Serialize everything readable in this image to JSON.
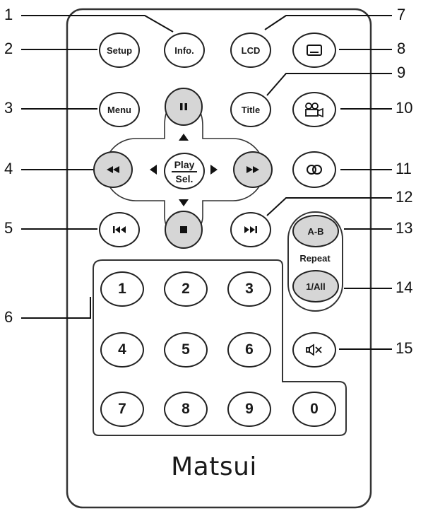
{
  "callouts": [
    "1",
    "2",
    "3",
    "4",
    "5",
    "6",
    "7",
    "8",
    "9",
    "10",
    "11",
    "12",
    "13",
    "14",
    "15"
  ],
  "buttons": {
    "setup": "Setup",
    "info": "Info.",
    "lcd": "LCD",
    "menu": "Menu",
    "title": "Title",
    "play_top": "Play",
    "play_bottom": "Sel.",
    "ab": "A-B",
    "repeat_label": "Repeat",
    "all": "1/All"
  },
  "numbers": [
    "1",
    "2",
    "3",
    "4",
    "5",
    "6",
    "7",
    "8",
    "9",
    "0"
  ],
  "brand": "Matsui",
  "icons": {
    "subtitle": "subtitle-icon",
    "angle": "camera-angle-icon",
    "audio": "audio-icon",
    "pause": "pause-icon",
    "rewind": "rewind-icon",
    "forward": "fast-forward-icon",
    "stop": "stop-icon",
    "prev": "skip-back-icon",
    "next": "skip-forward-icon",
    "mute": "mute-icon"
  },
  "colors": {
    "outline": "#222222",
    "button_fill": "#ffffff",
    "nav_fill": "#d6d6d6"
  }
}
